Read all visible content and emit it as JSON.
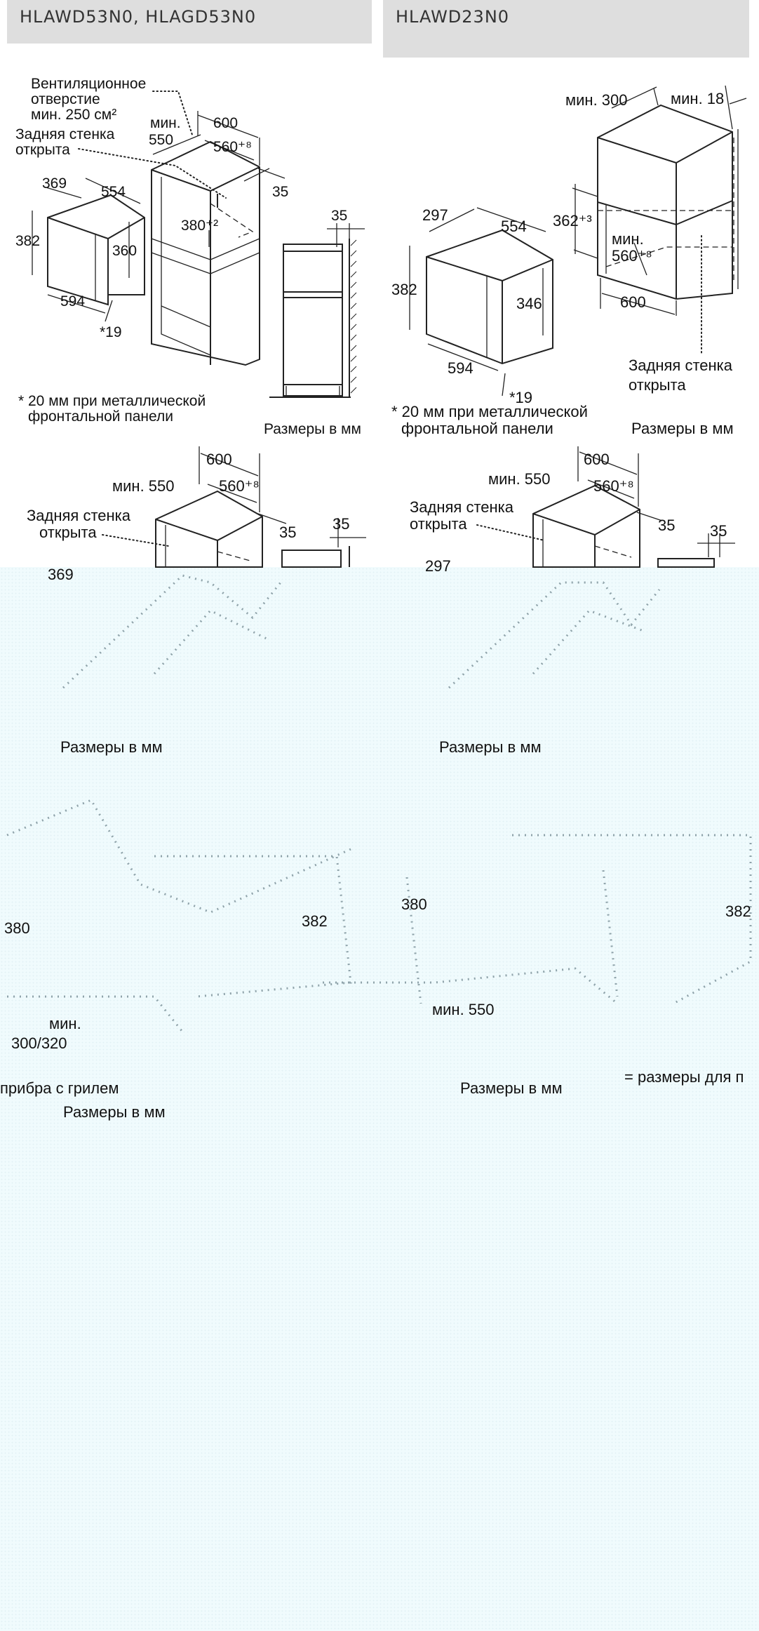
{
  "headers": {
    "left": "HLAWD53N0, HLAGD53N0",
    "right": "HLAWD23N0"
  },
  "diagram_1": {
    "vent_line1": "Вентиляционное",
    "vent_line2": "отверстие",
    "vent_line3": "мин. 250 см²",
    "rear_line1": "Задняя стенка",
    "rear_line2": "открыта",
    "min": "мин.",
    "d550": "550",
    "d600": "600",
    "d560": "560⁺⁸",
    "d35a": "35",
    "d369": "369",
    "d554": "554",
    "d382": "382",
    "d360": "360",
    "d380": "380⁺²",
    "d594": "594",
    "d19": "*19",
    "d35b": "35",
    "note_line1": "* 20 мм при металлической",
    "note_line2": "фронтальной панели",
    "units": "Размеры в мм"
  },
  "diagram_2": {
    "min300": "мин. 300",
    "min18": "мин. 18",
    "d297": "297",
    "d554": "554",
    "d362": "362⁺³",
    "min": "мин.",
    "d560": "560⁺⁸",
    "d382": "382",
    "d346": "346",
    "d600": "600",
    "d594": "594",
    "d19": "*19",
    "rear_line1": "Задняя стенка",
    "rear_line2": "открыта",
    "note_line1": "* 20 мм при металлической",
    "note_line2": "фронтальной панели",
    "units": "Размеры в мм"
  },
  "diagram_3": {
    "d600": "600",
    "min550": "мин. 550",
    "d560": "560⁺⁸",
    "rear_line1": "Задняя стенка",
    "rear_line2": "открыта",
    "d35a": "35",
    "d35b": "35",
    "d369": "369"
  },
  "diagram_4": {
    "d600": "600",
    "min550": "мин. 550",
    "d560": "560⁺⁸",
    "rear_line1": "Задняя стенка",
    "rear_line2": "открыта",
    "d35a": "35",
    "d35b": "35",
    "d297": "297"
  },
  "ghost": {
    "units1": "Размеры в мм",
    "units2": "Размеры в мм",
    "d380": "380",
    "d382a": "382",
    "d380b": "380",
    "d382b": "382",
    "min550": "мин. 550",
    "min": "мин.",
    "d300": "300/320",
    "grill": "прибра с грилем",
    "units3": "Размеры в мм",
    "units4": "Размеры в мм",
    "grill_note": "= размеры для п"
  }
}
